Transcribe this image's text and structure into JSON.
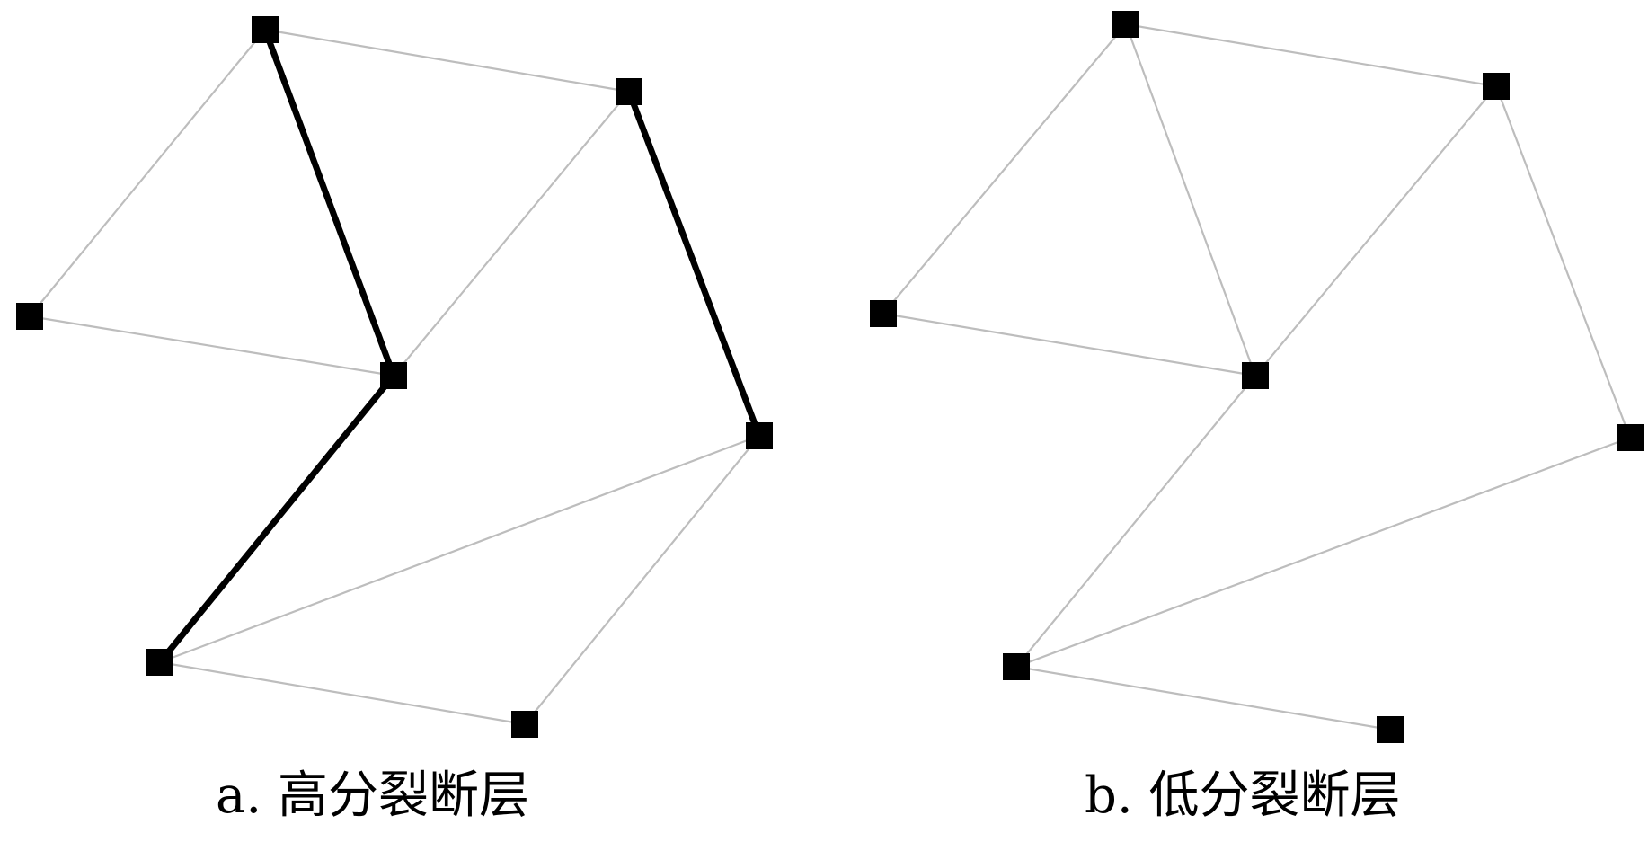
{
  "panels": [
    {
      "id": "a",
      "caption": "a. 高分裂断层",
      "edges": [
        {
          "from": 0,
          "to": 1,
          "style": "thin"
        },
        {
          "from": 0,
          "to": 2,
          "style": "thin"
        },
        {
          "from": 2,
          "to": 3,
          "style": "thin"
        },
        {
          "from": 1,
          "to": 3,
          "style": "thin"
        },
        {
          "from": 4,
          "to": 5,
          "style": "thin"
        },
        {
          "from": 5,
          "to": 6,
          "style": "thin"
        },
        {
          "from": 6,
          "to": 4,
          "style": "thin"
        },
        {
          "from": 5,
          "to": 7,
          "style": "thin"
        },
        {
          "from": 0,
          "to": 3,
          "style": "thick"
        },
        {
          "from": 3,
          "to": 5,
          "style": "thick"
        },
        {
          "from": 1,
          "to": 4,
          "style": "thick"
        }
      ]
    },
    {
      "id": "b",
      "caption": "b. 低分裂断层",
      "edges": [
        {
          "from": 0,
          "to": 1,
          "style": "thin"
        },
        {
          "from": 0,
          "to": 2,
          "style": "thin"
        },
        {
          "from": 2,
          "to": 3,
          "style": "thin"
        },
        {
          "from": 1,
          "to": 3,
          "style": "thin"
        },
        {
          "from": 0,
          "to": 3,
          "style": "thin"
        },
        {
          "from": 1,
          "to": 4,
          "style": "thin"
        },
        {
          "from": 3,
          "to": 5,
          "style": "thin"
        },
        {
          "from": 5,
          "to": 4,
          "style": "thin"
        },
        {
          "from": 5,
          "to": 6,
          "style": "thin"
        },
        {
          "from": 6,
          "to": 7,
          "style": "thin"
        },
        {
          "from": 7,
          "to": 4,
          "style": "thin"
        }
      ]
    }
  ],
  "colors": {
    "node": "#000000",
    "thin_edge": "#bdbdbd",
    "thick_edge": "#000000"
  }
}
